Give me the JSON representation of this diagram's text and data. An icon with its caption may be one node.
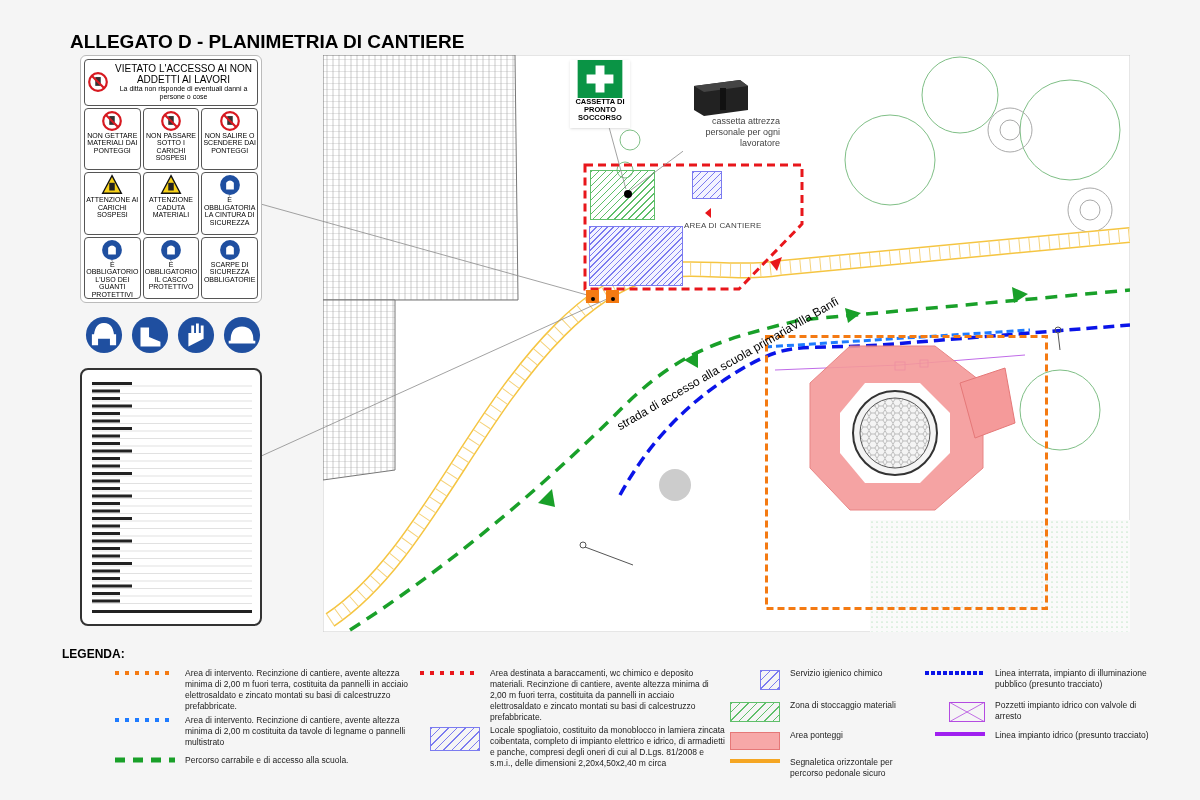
{
  "diagram": {
    "title": "ALLEGATO D - PLANIMETRIA DI CANTIERE",
    "nodes": [
      {
        "text": [
          "VIETATO L'ACCESSO AI NON ADDETTI AI LAVORI",
          "La ditta non risponde di eventuali danni a persone o cose",
          "NON GETTARE MATERIALI DAI PONTEGGI",
          "NON PASSARE SOTTO I CARICHI SOSPESI",
          "NON SALIRE O SCENDERE DAI PONTEGGI",
          "ATTENZIONE AI CARICHI SOSPESI",
          "ATTENZIONE CADUTA MATERIALI",
          "È OBBLIGATORIA LA CINTURA DI SICUREZZA",
          "È OBBLIGATORIO L'USO DEI GUANTI PROTETTIVI",
          "È OBBLIGATORIO IL CASCO PROTETTIVO",
          "SCARPE DI SICUREZZA OBBLIGATORIE"
        ]
      },
      {
        "text": [],
        "shape": "picture"
      },
      {
        "text": [
          "CASSETTA DI PRONTO SOCCORSO"
        ]
      },
      {
        "text": [],
        "shape": "picture",
        "beside": [
          "cassetta attrezza personale per ogni lavoratore"
        ]
      },
      {
        "text": [
          "AREA DI CANTIERE"
        ]
      },
      {
        "text": [],
        "shape": "box",
        "in": 4
      },
      {
        "text": [],
        "shape": "circle",
        "in": 5
      },
      {
        "text": [],
        "shape": "box",
        "in": 4
      },
      {
        "text": [],
        "shape": "box",
        "in": 4
      },
      {
        "text": [],
        "shape": "box"
      },
      {
        "text": [],
        "shape": "box"
      },
      {
        "text": [],
        "shape": "box"
      },
      {
        "text": [],
        "shape": "octagon",
        "in": 11
      }
    ],
    "edges": [
      {
        "from": 0,
        "to": 9,
        "arrow": "none"
      },
      {
        "from": 1,
        "to": 10,
        "arrow": "none"
      },
      {
        "from": 2,
        "to": 6,
        "arrow": "none"
      },
      {
        "from": 3,
        "to": 6,
        "arrow": "none"
      }
    ],
    "labels": [
      "strada di accesso alla scuola primariaVilla Banfi",
      "LEGENDA:"
    ],
    "legend": [
      {
        "text": "Area  di intervento. Recinzione di cantiere, avente altezza minima di 2,00 m fuori terra, costituita da pannelli in acciaio elettrosaldato e zincato montati su basi di calcestruzzo prefabbricate."
      },
      {
        "text": "Area  di intervento. Recinzione di cantiere, avente altezza minima di 2,00 m costituita da tavole di legname o pannelli multistrato"
      },
      {
        "text": "Percorso carrabile e di accesso alla scuola."
      },
      {
        "text": "Area  destinata a baraccamenti, wc  chimico e deposito materiali. Recinzione di cantiere, avente altezza minima di 2,00 m fuori terra, costituita da pannelli in acciaio elettrosaldato e zincato montati su basi di calcestruzzo prefabbricate."
      },
      {
        "text": "Locale spogliatoio, costituito da monoblocco in lamiera zincata coibentata, completo di impianto elettrico e idrico, di armadietti e panche, compresi degli oneri di cui al D.Lgs. 81/2008 e s.m.i., delle dimensioni 2,20x4,50x2,40 m circa"
      },
      {
        "text": "Servizio igienico chimico"
      },
      {
        "text": "Zona di stoccaggio materiali"
      },
      {
        "text": "Area ponteggi",
        "color": "#f7a8a8"
      },
      {
        "text": "Segnaletica orizzontale per percorso pedonale sicuro"
      },
      {
        "text": "Linea interrata, impianto di illuminazione pubblico (presunto tracciato)"
      },
      {
        "text": "Pozzetti impianto idrico con valvole di arresto"
      },
      {
        "text": "Linea impianto idrico (presunto tracciato)"
      }
    ]
  }
}
